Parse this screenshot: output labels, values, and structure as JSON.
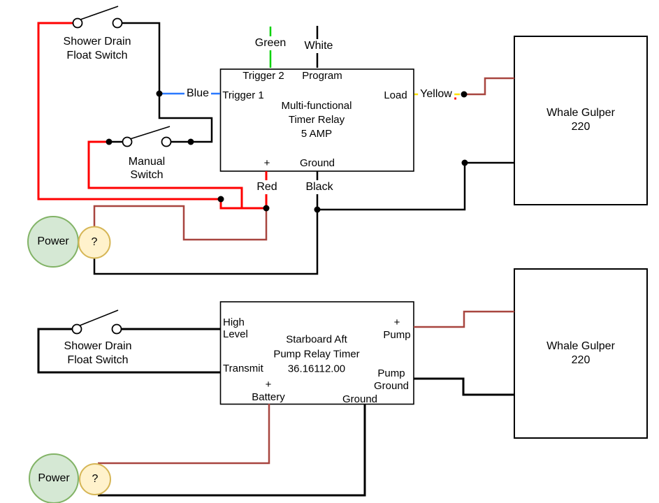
{
  "diagram": {
    "colors": {
      "wire_red": "#ff0000",
      "wire_black": "#000000",
      "wire_blue": "#2979ff",
      "wire_green": "#00d200",
      "wire_yellow": "#ffe000",
      "wire_brown": "#a8453f",
      "power_fill": "#d5e8d4",
      "power_stroke": "#82b366",
      "fuse_fill": "#fff2cc",
      "fuse_stroke": "#d6b656"
    },
    "top": {
      "float_switch": "Shower Drain\nFloat Switch",
      "manual_switch": "Manual\nSwitch",
      "wire_blue": "Blue",
      "wire_green": "Green",
      "wire_white": "White",
      "wire_yellow": "Yellow",
      "wire_red": "Red",
      "wire_black": "Black",
      "relay": {
        "trigger2": "Trigger 2",
        "program": "Program",
        "trigger1": "Trigger 1",
        "load": "Load",
        "title": "Multi-functional\nTimer Relay\n5 AMP",
        "plus": "+",
        "ground": "Ground"
      },
      "pump": "Whale Gulper 220",
      "power": "Power",
      "fuse": "?"
    },
    "bottom": {
      "float_switch": "Shower Drain\nFloat Switch",
      "relay": {
        "high_level": "High\nLevel",
        "transmit": "Transmit",
        "title": "Starboard Aft\nPump Relay Timer\n36.16112.00",
        "battery": "+\nBattery",
        "ground": "Ground",
        "pump_plus": "+\nPump",
        "pump_ground": "Pump\nGround"
      },
      "pump": "Whale Gulper 220",
      "power": "Power",
      "fuse": "?"
    }
  }
}
